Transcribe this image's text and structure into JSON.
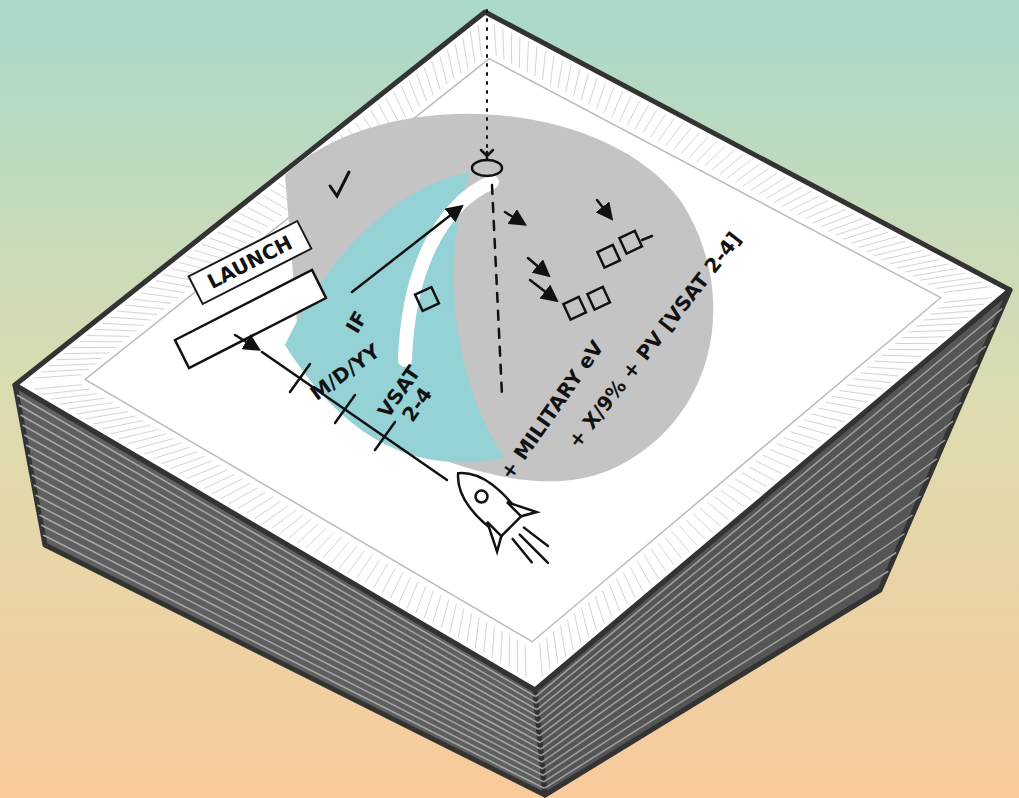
{
  "diagram": {
    "nodes": [
      {
        "text": [
          "LAUNCH"
        ]
      }
    ],
    "labels": [
      "IF",
      "M/D/YY",
      "VSAT 2-4",
      "+ MILITARY eV",
      "+ X/9% + PV [VSAT 2-4]"
    ]
  }
}
